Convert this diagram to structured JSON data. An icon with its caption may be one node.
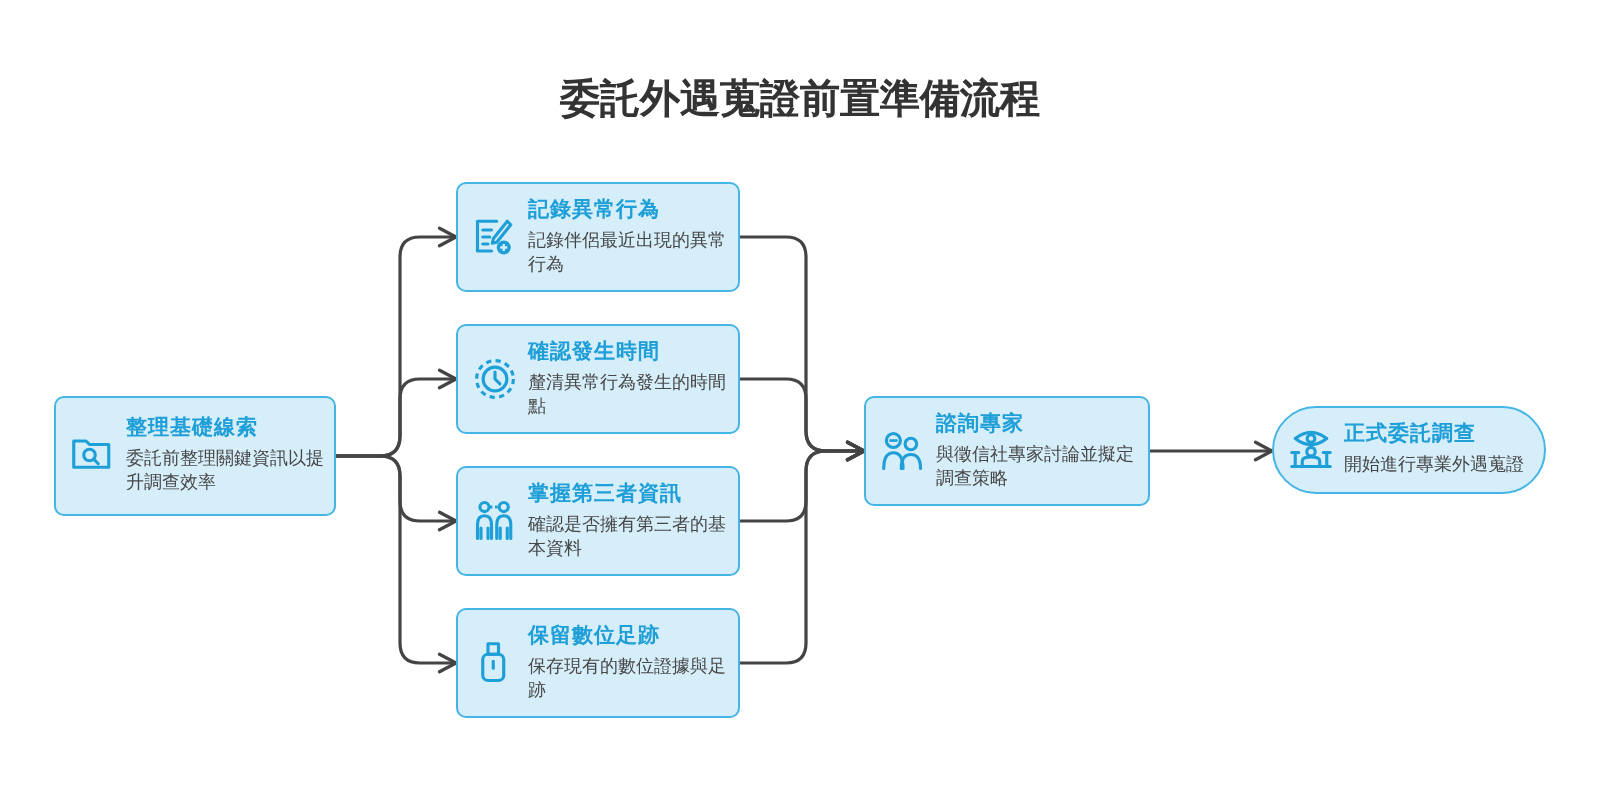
{
  "diagram": {
    "title": "委託外遇蒐證前置準備流程",
    "nodes": [
      {
        "text": [
          "整理基礎線索",
          "委託前整理關鍵資訊以提升調查效率"
        ]
      },
      {
        "text": [
          "記錄異常行為",
          "記錄伴侶最近出現的異常行為"
        ]
      },
      {
        "text": [
          "確認發生時間",
          "釐清異常行為發生的時間點"
        ]
      },
      {
        "text": [
          "掌握第三者資訊",
          "確認是否擁有第三者的基本資料"
        ]
      },
      {
        "text": [
          "保留數位足跡",
          "保存現有的數位證據與足跡"
        ]
      },
      {
        "text": [
          "諮詢專家",
          "與徵信社專家討論並擬定調查策略"
        ]
      },
      {
        "text": [
          "正式委託調查",
          "開始進行專業外遇蒐證"
        ]
      }
    ],
    "edges": [
      {
        "from": 0,
        "to": 1,
        "arrow": "to"
      },
      {
        "from": 0,
        "to": 2,
        "arrow": "to"
      },
      {
        "from": 0,
        "to": 3,
        "arrow": "to"
      },
      {
        "from": 0,
        "to": 4,
        "arrow": "to"
      },
      {
        "from": 1,
        "to": 5,
        "arrow": "to"
      },
      {
        "from": 2,
        "to": 5,
        "arrow": "to"
      },
      {
        "from": 3,
        "to": 5,
        "arrow": "to"
      },
      {
        "from": 4,
        "to": 5,
        "arrow": "to"
      },
      {
        "from": 5,
        "to": 6,
        "arrow": "to"
      }
    ]
  }
}
